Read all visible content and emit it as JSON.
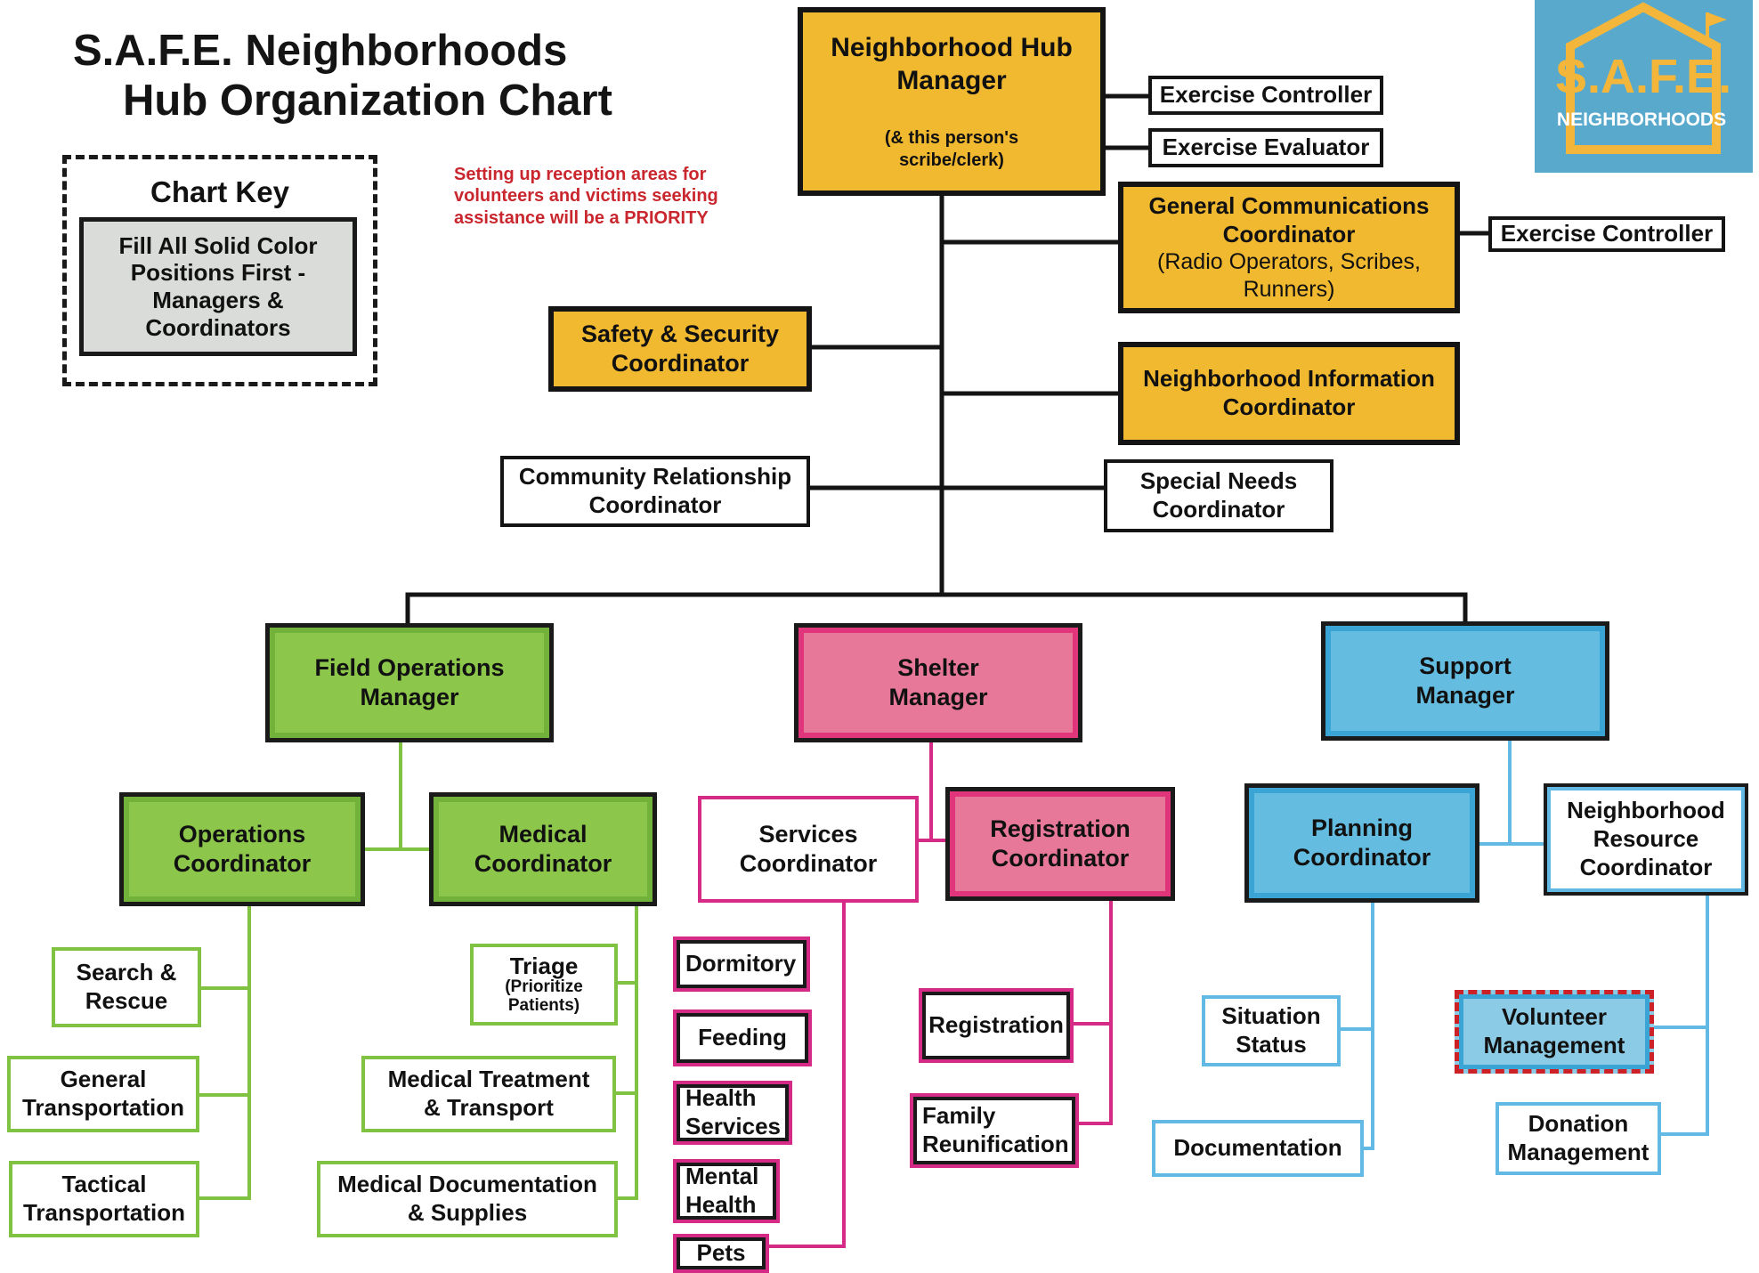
{
  "title": {
    "line1": "S.A.F.E. Neighborhoods",
    "line2": "Hub Organization Chart"
  },
  "chart_key": {
    "title": "Chart Key",
    "text": "Fill All Solid Color\nPositions First -\nManagers &\nCoordinators"
  },
  "priority_note": "Setting up reception areas for\nvolunteers and victims seeking\nassistance will be a PRIORITY",
  "logo": {
    "text": "S.A.F.E.",
    "subtext": "NEIGHBORHOODS"
  },
  "colors": {
    "gold": "#f1b92f",
    "green": "#80c242",
    "pink": "#d52a86",
    "blue": "#62b9e3",
    "red_text": "#c9262e",
    "key_gray": "#d9dcd8",
    "logo_blue": "#58a9cc"
  },
  "nodes": {
    "hub_manager": {
      "title": "Neighborhood Hub\nManager",
      "note": "(& this person's\nscribe/clerk)"
    },
    "exercise_controller_1": {
      "title": "Exercise Controller"
    },
    "exercise_evaluator": {
      "title": "Exercise Evaluator"
    },
    "gen_comm": {
      "title": "General Communications\nCoordinator",
      "note": "(Radio Operators, Scribes,\nRunners)"
    },
    "exercise_controller_2": {
      "title": "Exercise Controller"
    },
    "safety_security": {
      "title": "Safety & Security\nCoordinator"
    },
    "neigh_info": {
      "title": "Neighborhood Information\nCoordinator"
    },
    "community_rel": {
      "title": "Community Relationship\nCoordinator"
    },
    "special_needs": {
      "title": "Special Needs\nCoordinator"
    },
    "field_ops_manager": {
      "title": "Field Operations\nManager"
    },
    "shelter_manager": {
      "title": "Shelter\nManager"
    },
    "support_manager": {
      "title": "Support\nManager"
    },
    "operations_coord": {
      "title": "Operations\nCoordinator"
    },
    "medical_coord": {
      "title": "Medical\nCoordinator"
    },
    "services_coord": {
      "title": "Services\nCoordinator"
    },
    "registration_coord": {
      "title": "Registration\nCoordinator"
    },
    "planning_coord": {
      "title": "Planning\nCoordinator"
    },
    "neigh_resource": {
      "title": "Neighborhood\nResource\nCoordinator"
    },
    "search_rescue": {
      "title": "Search &\nRescue"
    },
    "general_transport": {
      "title": "General\nTransportation"
    },
    "tactical_transport": {
      "title": "Tactical\nTransportation"
    },
    "triage": {
      "title": "Triage",
      "note": "(Prioritize\nPatients)"
    },
    "med_treatment": {
      "title": "Medical Treatment\n& Transport"
    },
    "med_documentation": {
      "title": "Medical Documentation\n& Supplies"
    },
    "dormitory": {
      "title": "Dormitory"
    },
    "feeding": {
      "title": "Feeding"
    },
    "health_services": {
      "title": "Health\nServices"
    },
    "mental_health": {
      "title": "Mental\nHealth"
    },
    "pets": {
      "title": "Pets"
    },
    "registration": {
      "title": "Registration"
    },
    "family_reunification": {
      "title": "Family\nReunification"
    },
    "situation_status": {
      "title": "Situation\nStatus"
    },
    "documentation": {
      "title": "Documentation"
    },
    "volunteer_mgmt": {
      "title": "Volunteer\nManagement"
    },
    "donation_mgmt": {
      "title": "Donation\nManagement"
    }
  }
}
